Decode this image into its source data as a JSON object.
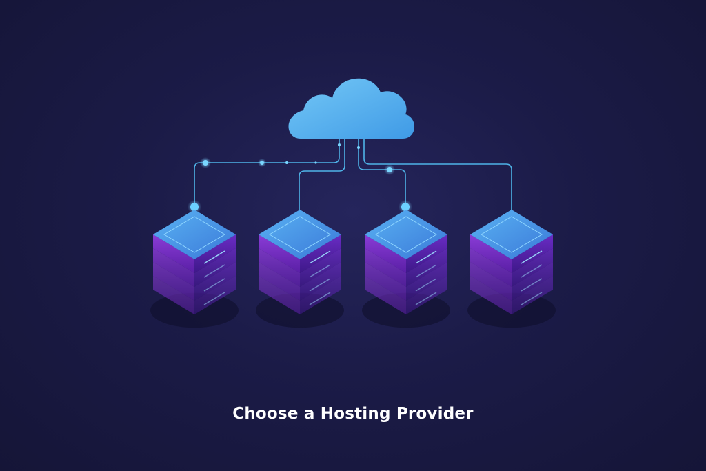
{
  "caption": "Choose a Hosting Provider",
  "colors": {
    "background": "#1b1b47",
    "cloud": "#5fc6f4",
    "connector": "#4fb4e8",
    "server_top": "#4aa0ec",
    "server_body": "#7a2ecf",
    "caption_text": "#ffffff"
  },
  "illustration": {
    "cloud": "cloud-icon",
    "servers": [
      "server-1",
      "server-2",
      "server-3",
      "server-4"
    ]
  }
}
